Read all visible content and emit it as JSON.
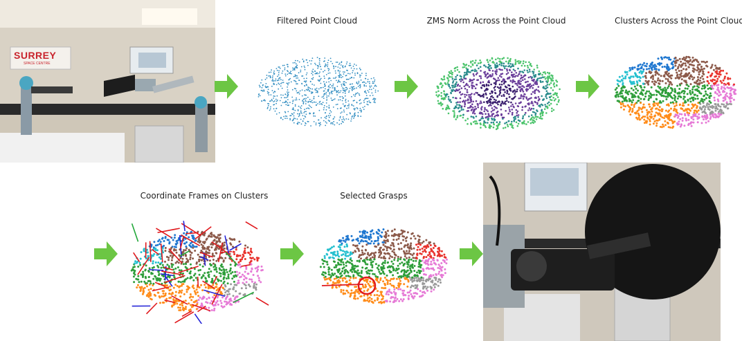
{
  "stages": {
    "filtered_title": "Filtered Point Cloud",
    "zms_title": "ZMS Norm Across the Point Cloud",
    "clusters_title": "Clusters Across the Point Cloud",
    "frames_title": "Coordinate Frames on Clusters",
    "grasps_title": "Selected Grasps"
  },
  "lab_photo": {
    "logo_text": "SURREY",
    "logo_subtext": "SPACE CENTRE"
  },
  "colors": {
    "arrow": "#6cc644",
    "point_blue": "#2f8cc0",
    "cluster_palette": [
      "#e8322c",
      "#2e9e3a",
      "#ff8c1a",
      "#8c5a4a",
      "#e67ad6",
      "#1f77d0",
      "#8b63c9",
      "#9a9a9a",
      "#c8c837",
      "#26c0cf"
    ],
    "zms_palette": [
      "#3b1f6e",
      "#6a3d9a",
      "#2a8c8c",
      "#4cc46c",
      "#c8e040"
    ]
  }
}
